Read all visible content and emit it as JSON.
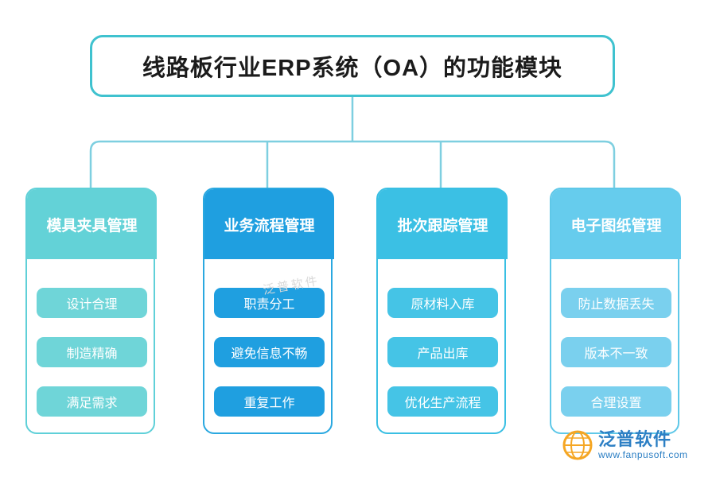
{
  "title": {
    "text": "线路板行业ERP系统（OA）的功能模块"
  },
  "theme": {
    "title_border": "#3fc2cf",
    "connector": "#7ecfe0"
  },
  "columns": [
    {
      "header": "模具夹具管理",
      "border_color": "#5fd0d8",
      "header_color": "#63d2d7",
      "items": [
        {
          "label": "设计合理",
          "color": "#6fd5d8"
        },
        {
          "label": "制造精确",
          "color": "#6fd5d8"
        },
        {
          "label": "满足需求",
          "color": "#6fd5d8"
        }
      ]
    },
    {
      "header": "业务流程管理",
      "border_color": "#2aa8e0",
      "header_color": "#1f9fe0",
      "items": [
        {
          "label": "职责分工",
          "color": "#1f9fe0"
        },
        {
          "label": "避免信息不畅",
          "color": "#1f9fe0"
        },
        {
          "label": "重复工作",
          "color": "#1f9fe0"
        }
      ]
    },
    {
      "header": "批次跟踪管理",
      "border_color": "#39bfe3",
      "header_color": "#3bc0e4",
      "items": [
        {
          "label": "原材料入库",
          "color": "#45c4e6"
        },
        {
          "label": "产品出库",
          "color": "#45c4e6"
        },
        {
          "label": "优化生产流程",
          "color": "#45c4e6"
        }
      ]
    },
    {
      "header": "电子图纸管理",
      "border_color": "#5fc8e8",
      "header_color": "#66cced"
    }
  ],
  "column4_items": [
    {
      "label": "防止数据丢失",
      "color": "#7ad0ee"
    },
    {
      "label": "版本不一致",
      "color": "#7ad0ee"
    },
    {
      "label": "合理设置",
      "color": "#7ad0ee"
    }
  ],
  "watermark": {
    "text": "泛普软件"
  },
  "logo": {
    "name": "泛普软件",
    "url": "www.fanpusoft.com"
  }
}
